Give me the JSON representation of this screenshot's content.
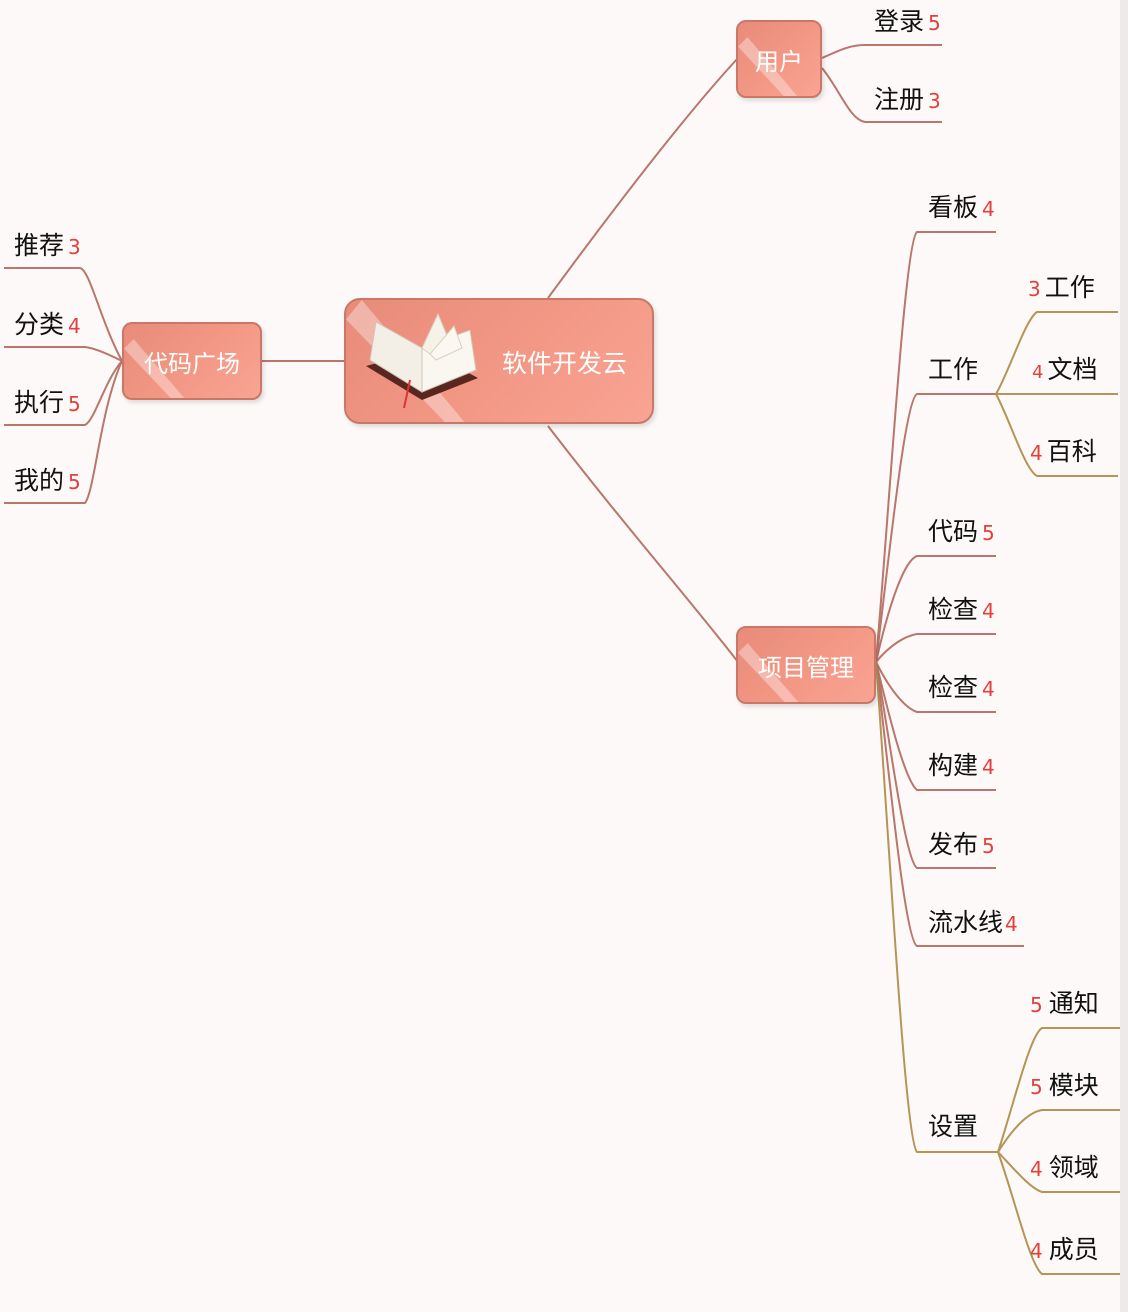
{
  "root": {
    "label": "软件开发云",
    "icon": "open-book-icon"
  },
  "branches": {
    "user": {
      "label": "用户",
      "children": [
        {
          "label": "登录",
          "count": "5"
        },
        {
          "label": "注册",
          "count": "3"
        }
      ]
    },
    "plaza": {
      "label": "代码广场",
      "children": [
        {
          "label": "推荐",
          "count": "3"
        },
        {
          "label": "分类",
          "count": "4"
        },
        {
          "label": "执行",
          "count": "5"
        },
        {
          "label": "我的",
          "count": "5"
        }
      ]
    },
    "project": {
      "label": "项目管理",
      "children": [
        {
          "label": "看板",
          "count": "4"
        },
        {
          "label": "工作",
          "children": [
            {
              "label": "工作",
              "count": "3"
            },
            {
              "label": "文档",
              "count": "4"
            },
            {
              "label": "百科",
              "count": "4"
            }
          ]
        },
        {
          "label": "代码",
          "count": "5"
        },
        {
          "label": "检查",
          "count": "4"
        },
        {
          "label": "检查",
          "count": "4"
        },
        {
          "label": "构建",
          "count": "4"
        },
        {
          "label": "发布",
          "count": "5"
        },
        {
          "label": "流水线",
          "count": "4"
        },
        {
          "label": "设置",
          "children": [
            {
              "label": "通知",
              "count": "5"
            },
            {
              "label": "模块",
              "count": "5"
            },
            {
              "label": "领域",
              "count": "4"
            },
            {
              "label": "成员",
              "count": "4"
            }
          ]
        }
      ]
    }
  },
  "colors": {
    "node_fill": "#f49886",
    "node_border": "#c97868",
    "line_main": "#b9766b",
    "line_sub": "#b59455",
    "count": "#e2403a"
  }
}
